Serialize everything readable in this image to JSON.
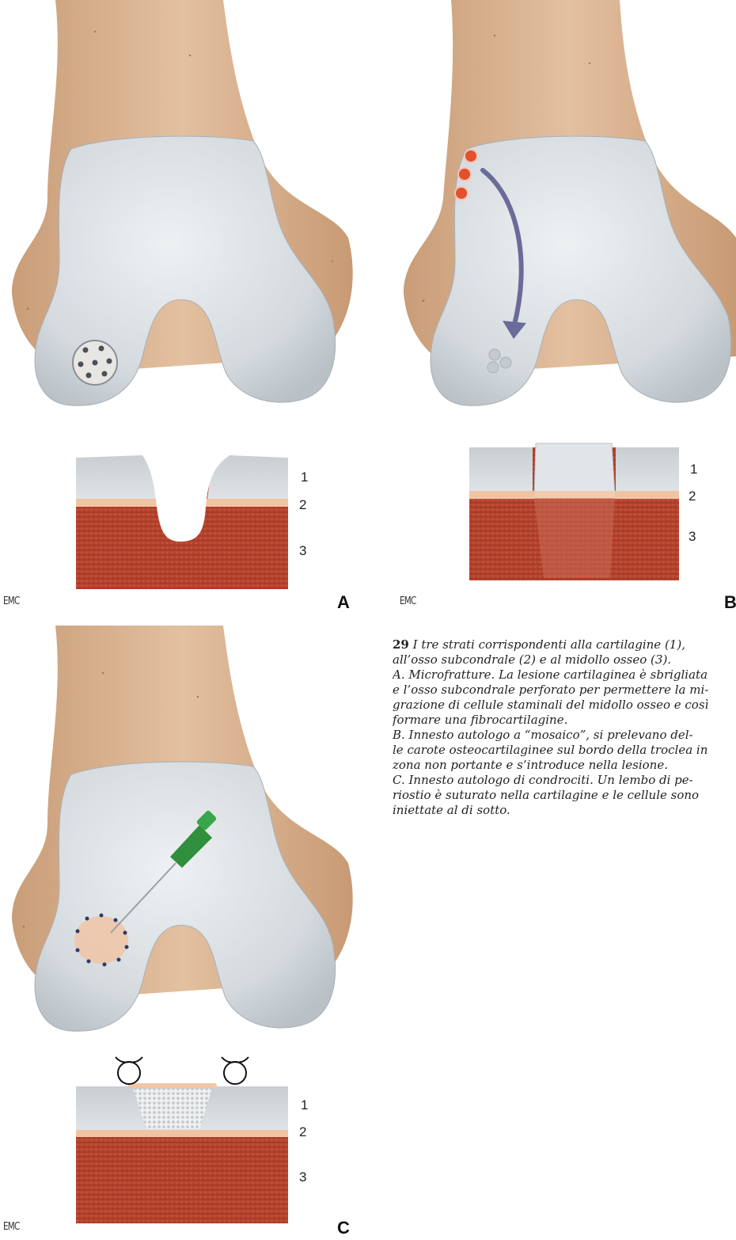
{
  "panels": [
    {
      "letter": "A",
      "layers": [
        "1",
        "2",
        "3"
      ],
      "logo": "EMC"
    },
    {
      "letter": "B",
      "layers": [
        "1",
        "2",
        "3"
      ],
      "logo": "EMC"
    },
    {
      "letter": "C",
      "layers": [
        "1",
        "2",
        "3"
      ],
      "logo": "EMC"
    }
  ],
  "caption": {
    "number": "29",
    "lines": [
      "I tre strati corrispondenti alla cartilagine (1),",
      "all’osso subcondrale (2) e al midollo osseo (3).",
      "A. Microfratture. La lesione cartilaginea è sbrigliata",
      "e l’osso subcondrale perforato per permettere la mi-",
      "grazione di cellule staminali del midollo osseo e così",
      "formare una fibrocartilagine.",
      "B. Innesto autologo a “mosaico”, si prelevano del-",
      "le carote osteocartilaginee sul bordo della troclea in",
      "zona non portante e s’introduce nella lesione.",
      "C. Innesto autologo di condrociti. Un lembo di pe-",
      "riostio è suturato nella cartilagine e le cellule sono",
      "iniettate al di sotto."
    ]
  },
  "colors": {
    "bone": "#d9b391",
    "cartilage": "#d3d8dc",
    "subchondral": "#f0c4a2",
    "marrow": "#b6432e",
    "cells": "#e0512c",
    "needle": "#2f8f3c",
    "arrow": "#6b6b9a"
  }
}
